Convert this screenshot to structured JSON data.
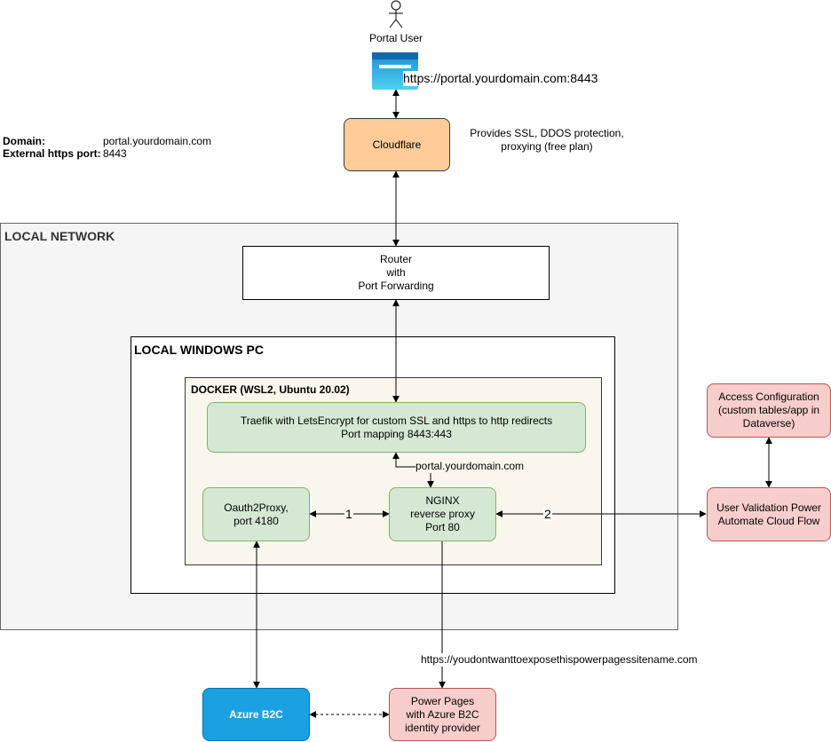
{
  "actor": {
    "label": "Portal User",
    "icon": "person-icon"
  },
  "browser": {
    "icon": "browser-window-icon",
    "url": "https://portal.yourdomain.com:8443"
  },
  "domain_info": {
    "domain_label": "Domain:",
    "domain_value": "portal.yourdomain.com",
    "port_label": "External https port:",
    "port_value": "8443"
  },
  "cloudflare": {
    "label": "Cloudflare",
    "note": "Provides SSL, DDOS protection,\nproxying (free plan)"
  },
  "local_network": {
    "title": "LOCAL NETWORK"
  },
  "router": {
    "label": "Router\nwith\nPort Forwarding"
  },
  "local_pc": {
    "title": "LOCAL WINDOWS PC"
  },
  "docker": {
    "title": "DOCKER (WSL2, Ubuntu 20.02)"
  },
  "traefik": {
    "label": "Traefik with LetsEncrypt for custom SSL and https to http redirects\nPort mapping 8443:443"
  },
  "internal_host": "portal.yourdomain.com",
  "oauth2proxy": {
    "label": "Oauth2Proxy,\nport 4180"
  },
  "nginx": {
    "label": "NGINX\nreverse proxy\nPort 80"
  },
  "edge_labels": {
    "one": "1",
    "two": "2"
  },
  "access_config": {
    "label": "Access Configuration\n(custom tables/app in\nDataverse)"
  },
  "user_validation": {
    "label": "User Validation Power\nAutomate Cloud Flow"
  },
  "hidden_url": "https://youdontwanttoexposethispowerpagessitename.com",
  "azure_b2c": {
    "label": "Azure B2C"
  },
  "power_pages": {
    "label": "Power Pages\nwith Azure B2C\nidentity provider"
  },
  "colors": {
    "cloudflare_fill": "#ffcc99",
    "green_fill": "#d5e8d4",
    "green_stroke": "#82b366",
    "red_fill": "#f8cecc",
    "red_stroke": "#b85450",
    "azure_fill": "#1ba1e2",
    "azure_stroke": "#006eaf",
    "network_fill": "#f5f5f5",
    "docker_fill": "#f9f7ed",
    "browser_blue": "#2aa8e0"
  }
}
